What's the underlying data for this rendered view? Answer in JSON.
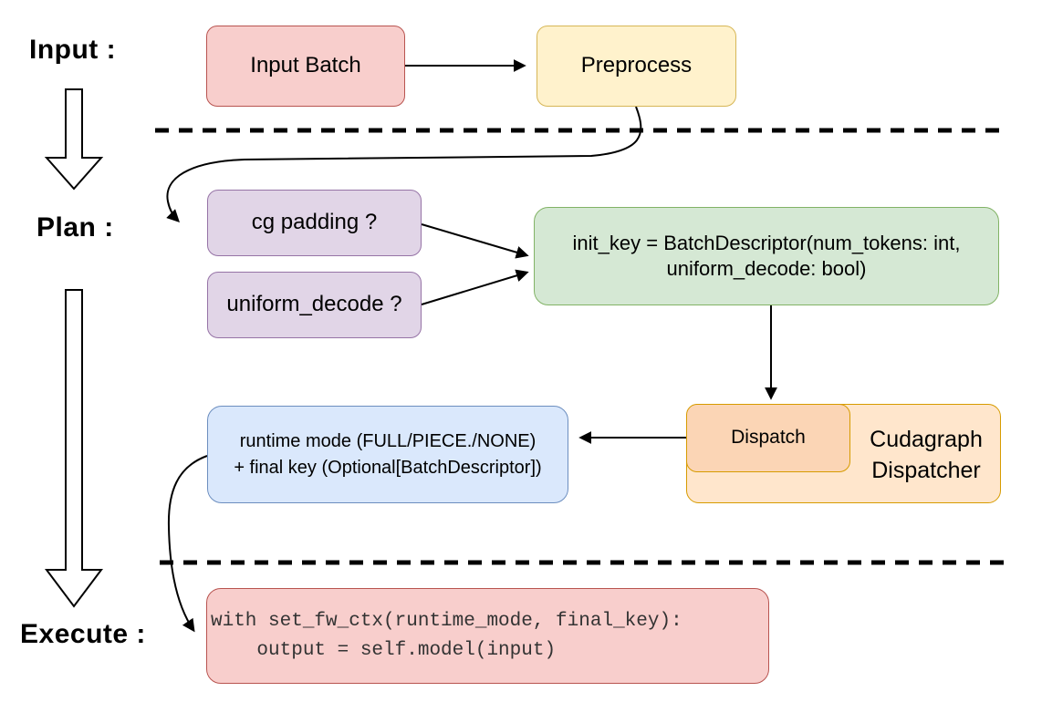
{
  "side_labels": {
    "input": "Input :",
    "plan": "Plan :",
    "execute": "Execute :"
  },
  "nodes": {
    "input_batch": {
      "label": "Input Batch"
    },
    "preprocess": {
      "label": "Preprocess"
    },
    "cg_padding": {
      "label": "cg padding ?"
    },
    "uniform_decode": {
      "label": "uniform_decode ?"
    },
    "init_key": {
      "line1": "init_key = BatchDescriptor(num_tokens: int,",
      "line2": "uniform_decode: bool)"
    },
    "dispatch": {
      "label": "Dispatch"
    },
    "cudagraph_dispatcher": {
      "line1": "Cudagraph",
      "line2": "Dispatcher"
    },
    "runtime_mode": {
      "line1": "runtime mode (FULL/PIECE./NONE)",
      "line2": "+ final key (Optional[BatchDescriptor])"
    },
    "execute_code": {
      "line1": "with set_fw_ctx(runtime_mode, final_key):",
      "line2": "    output = self.model(input)"
    }
  },
  "colors": {
    "red_fill": "#f8cecc",
    "red_stroke": "#b85450",
    "yellow_fill": "#fff2cc",
    "yellow_stroke": "#d6b656",
    "purple_fill": "#e1d5e7",
    "purple_stroke": "#9673a6",
    "green_fill": "#d5e8d4",
    "green_stroke": "#82b366",
    "blue_fill": "#dae8fc",
    "blue_stroke": "#6c8ebf",
    "orange_fill": "#ffe6cc",
    "orange_inner_fill": "#fbd5b5",
    "orange_stroke": "#d79b00",
    "connector": "#000000",
    "code_text": "#333333"
  }
}
